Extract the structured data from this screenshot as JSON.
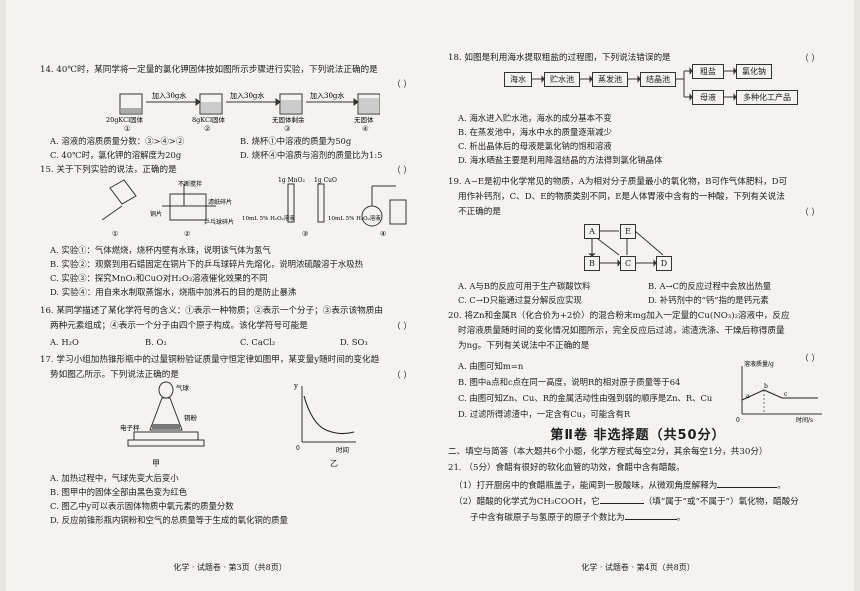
{
  "left": {
    "q14": {
      "stem": "14. 40℃时，某同学将一定量的氯化钾固体按如图所示步骤进行实验，下列说法正确的是",
      "paren": "（      ）",
      "fig": {
        "add1": "加入30g水",
        "add2": "加入30g水",
        "add3": "加入30g水",
        "cap1": "20gKCl固体",
        "cap2": "8gKCl固体",
        "cap3": "无固体剩余",
        "cap4": "无固体",
        "n1": "①",
        "n2": "②",
        "n3": "③",
        "n4": "④"
      },
      "A": "A. 溶液的溶质质量分数：③>④>②",
      "B": "B. 烧杯①中溶液的质量为50g",
      "C": "C. 40℃时，氯化钾的溶解度为20g",
      "D": "D. 烧杯④中溶质与溶剂的质量比为1:5"
    },
    "q15": {
      "stem": "15. 关于下列实验的说法，正确的是",
      "paren": "（      ）",
      "fig": {
        "l1": "不断搅拌",
        "l2": "滤纸碎片",
        "l3": "铜片",
        "l4": "乒乓球碎片",
        "l5": "1g MnO₂",
        "l6": "1g CuO",
        "l7": "10mL 5% H₂O₂溶液",
        "l8": "10mL 5% H₂O₂溶液",
        "n1": "①",
        "n2": "②",
        "n3": "③",
        "n4": "④"
      },
      "A": "A. 实验①：气体燃烧，烧杯内壁有水珠，说明该气体为氢气",
      "B": "B. 实验②：观察到用石蜡固定在铜片下的乒乓球碎片先熔化，说明浓硫酸溶于水吸热",
      "C": "C. 实验③：探究MnO₂和CuO对H₂O₂溶液催化效果的不同",
      "D": "D. 实验④：用自来水制取蒸馏水，烧瓶中加沸石的目的是防止暴沸"
    },
    "q16": {
      "stem1": "16. 某同学描述了某化学符号的含义：①表示一种物质；②表示一个分子；③表示该物质由",
      "stem2": "两种元素组成；④表示一个分子由四个原子构成。该化学符号可能是",
      "paren": "（      ）",
      "A": "A. H₂O",
      "B": "B. O₂",
      "C": "C. CaCl₂",
      "D": "D. SO₃"
    },
    "q17": {
      "stem1": "17. 学习小组加热锥形瓶中的过量铜粉验证质量守恒定律如图甲，某变量y随时间的变化趋",
      "stem2": "势如图乙所示。下列说法正确的是",
      "paren": "（      ）",
      "fig": {
        "balloon": "气球",
        "copper": "铜粉",
        "scale": "电子秤",
        "yaxis": "y",
        "origin": "0",
        "xaxis": "时间",
        "jia": "甲",
        "yi": "乙"
      },
      "A": "A. 加热过程中，气球先变大后变小",
      "B": "B. 图甲中的固体全部由黑色变为红色",
      "C": "C. 图乙中y可以表示固体物质中氧元素的质量分数",
      "D": "D. 反应前锥形瓶内铜粉和空气的总质量等于生成的氧化铜的质量"
    },
    "footer": "化学 · 试题卷 · 第3页（共8页）"
  },
  "right": {
    "q18": {
      "stem": "18. 如图是利用海水提取粗盐的过程图，下列说法错误的是",
      "paren": "（      ）",
      "flow": {
        "b1": "海水",
        "b2": "贮水池",
        "b3": "蒸发池",
        "b4": "结晶池",
        "b5": "粗盐",
        "b6": "氯化钠",
        "b7": "母液",
        "b8": "多种化工产品"
      },
      "A": "A. 海水进入贮水池，海水的成分基本不变",
      "B": "B. 在蒸发池中，海水中水的质量逐渐减少",
      "C": "C. 析出晶体后的母液是氯化钠的饱和溶液",
      "D": "D. 海水晒盐主要是利用降温结晶的方法得到氯化钠晶体"
    },
    "q19": {
      "stem1": "19. A~E是初中化学常见的物质，A为相对分子质量最小的氧化物，B可作气体肥料，D可",
      "stem2": "用作补钙剂，C、D、E的物质类别不同，E是人体胃液中含有的一种酸，下列有关说法",
      "stem3": "不正确的是",
      "paren": "（      ）",
      "diagram": {
        "A": "A",
        "B": "B",
        "C": "C",
        "D": "D",
        "E": "E"
      },
      "A": "A. A与B的反应可用于生产碳酸饮料",
      "B": "B. A→C的反应过程中会放出热量",
      "C": "C. C→D只能通过复分解反应实现",
      "D": "D. 补钙剂中的“钙”指的是钙元素"
    },
    "q20": {
      "stem1": "20. 将Zn和金属R（化合价为+2价）的混合粉末mg加入一定量的Cu(NO₃)₂溶液中，反应",
      "stem2": "时溶液质量随时间的变化情况如图所示，完全反应后过滤，滤渣洗涤、干燥后称得质量",
      "stem3": "为ng。下列有关说法中不正确的是",
      "paren": "（      ）",
      "graph": {
        "ylabel": "溶液质量/g",
        "a": "a",
        "b": "b",
        "c": "c",
        "origin": "0",
        "xlabel": "时间/s"
      },
      "A": "A. 由图可知m=n",
      "B": "B. 图中a点和c点在同一高度，说明R的相对原子质量等于64",
      "C": "C. 由图可知Zn、Cu、R的金属活动性由强到弱的顺序是Zn、R、Cu",
      "D": "D. 过滤所得滤渣中，一定含有Cu，可能含有R"
    },
    "section": "第Ⅱ卷   非选择题（共50分）",
    "part2": "二、填空与简答（本大题共6个小题，化学方程式每空2分，其余每空1分，共30分）",
    "q21": {
      "stem": "21. （5分）食醋有很好的软化血管的功效，食醋中含有醋酸。",
      "s1": "（1）打开厨房中的食醋瓶盖子，能闻到一股酸味，从微观角度解释为",
      "s2a": "（2）醋酸的化学式为CH₃COOH，它",
      "s2b": "（填“属于”或“不属于”）氧化物，醋酸分",
      "s3": "子中含有碳原子与氢原子的原子个数比为",
      "end": "。"
    },
    "footer": "化学 · 试题卷 · 第4页（共8页）"
  }
}
